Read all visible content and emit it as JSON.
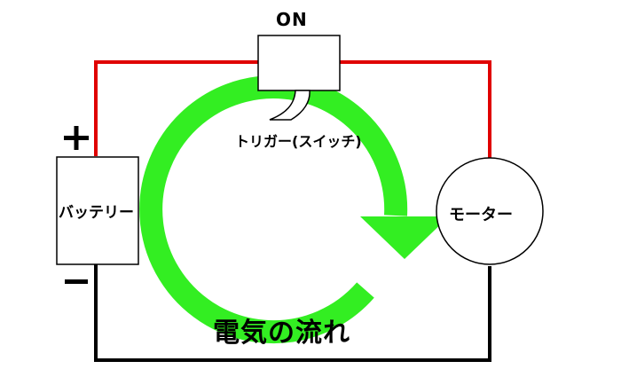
{
  "labels": {
    "switch_state": "ON",
    "trigger": "トリガー(スイッチ)",
    "battery": "バッテリー",
    "motor": "モーター",
    "current_flow": "電気の流れ"
  },
  "colors": {
    "positive_wire": "#e00000",
    "negative_wire": "#000000",
    "flow_arrow": "#33ee22",
    "component_outline": "#000000",
    "component_fill": "#ffffff"
  },
  "icons": {
    "positive_terminal": "plus-icon",
    "negative_terminal": "minus-icon",
    "flow_direction": "clockwise-arrow-icon"
  }
}
